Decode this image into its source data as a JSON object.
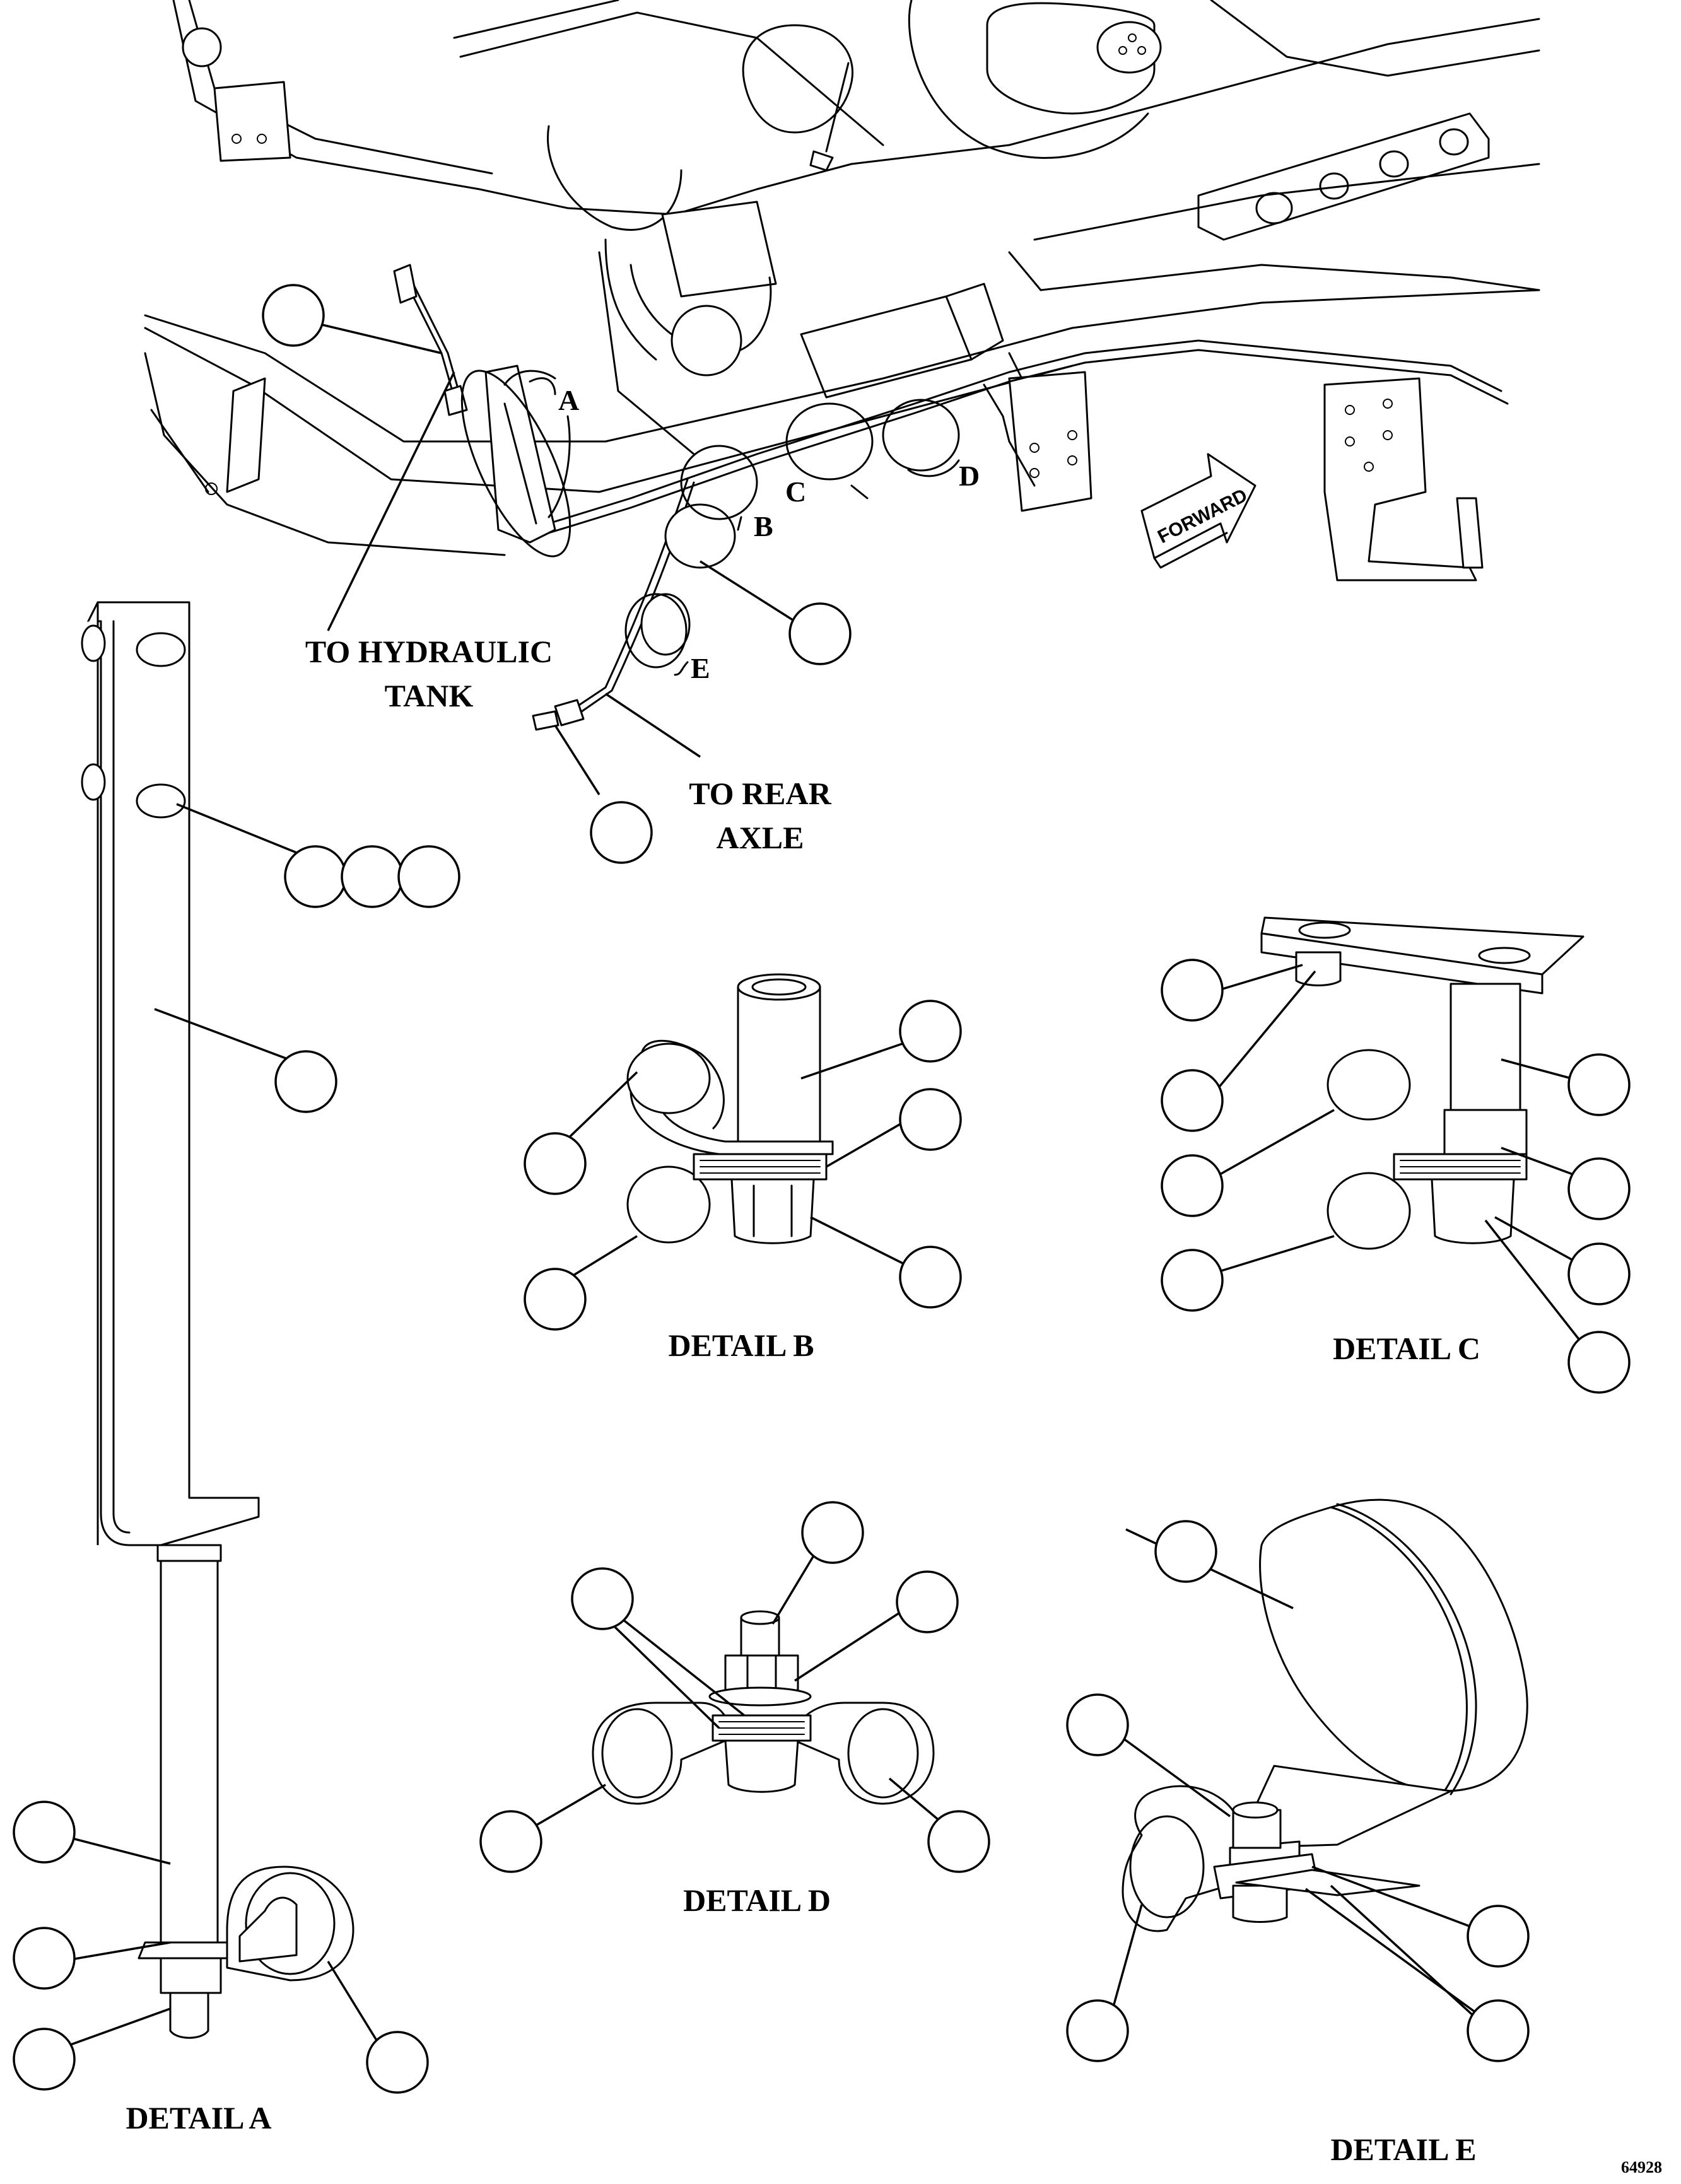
{
  "labels": {
    "to_hydraulic_tank_line1": "TO HYDRAULIC",
    "to_hydraulic_tank_line2": "TANK",
    "to_rear_axle_line1": "TO REAR",
    "to_rear_axle_line2": "AXLE",
    "forward_arrow": "FORWARD",
    "figure_number": "64928"
  },
  "detail_letters": {
    "a": "A",
    "b": "B",
    "c": "C",
    "d": "D",
    "e": "E"
  },
  "detail_titles": {
    "a": "DETAIL A",
    "b": "DETAIL B",
    "c": "DETAIL C",
    "d": "DETAIL D",
    "e": "DETAIL E"
  }
}
